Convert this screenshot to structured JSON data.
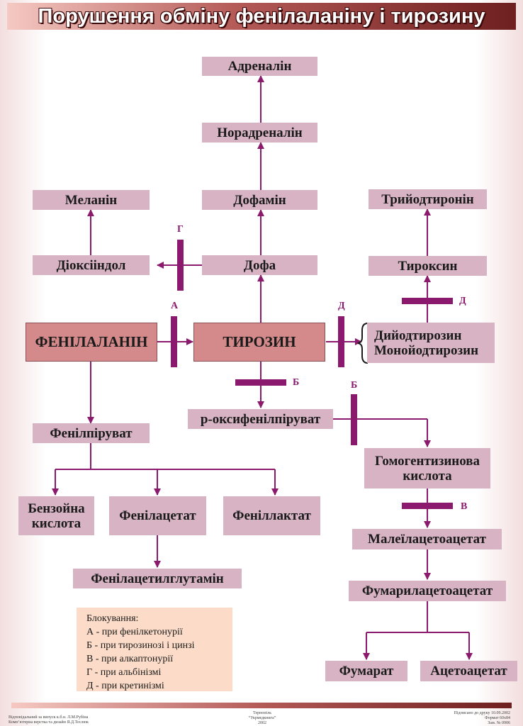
{
  "title": "Порушення обміну фенілаланіну і тирозину",
  "nodes": {
    "adrenalin": "Адреналін",
    "noradrenalin": "Норадреналін",
    "dofamin": "Дофамін",
    "dofa": "Дофа",
    "melanin": "Меланін",
    "dioksiindol": "Діоксііндол",
    "fenilalanin": "ФЕНІЛАЛАНІН",
    "tyrozyn": "ТИРОЗИН",
    "triiodtyronin": "Трийодтиронін",
    "tyroksyn": "Тироксин",
    "diiodtyrozyn": "Дийодтирозин",
    "monoiodtyrozyn": "Монойодтирозин",
    "fenilpiruvat": "Фенілпіруват",
    "oksyfenilpiruvat": "р-оксифенілпіруват",
    "benzoina_1": "Бензойна",
    "benzoina_2": "кислота",
    "fenilatsetat": "Фенілацетат",
    "fenillaktat": "Феніллактат",
    "fenilatsetylglutamin": "Фенілацетилглутамін",
    "gomogentyzynova_1": "Гомогентизинова",
    "gomogentyzynova_2": "кислота",
    "maleilatsetoatsetat": "Малеїлацетоацетат",
    "fumarylatsetoatsetat": "Фумарилацетоацетат",
    "fumarat": "Фумарат",
    "atsetoatsetat": "Ацетоацетат"
  },
  "blocks": {
    "A": "А",
    "B1": "Б",
    "B2": "Б",
    "V": "В",
    "G": "Г",
    "D1": "Д",
    "D2": "Д"
  },
  "legend": {
    "title": "Блокування:",
    "items": [
      "А - при фенілкетонурії",
      "Б - при тирозинозі і цинзі",
      "В - при алкаптонурії",
      "Г - при альбінізмі",
      "Д - при кретинізмі"
    ]
  },
  "footer": {
    "left_1": "Відповідальний за випуск к.б.н. Л.М.Рубіна",
    "left_2": "Комп’ютерна верстка та дизайн Я.Д.Теслюк",
    "center_1": "Тернопіль",
    "center_2": "“Укрмедкнига”",
    "center_3": "2002",
    "right_1": "Підписано до друку 10.09.2002",
    "right_2": "Формат 60х84",
    "right_3": "Зам. № 0906"
  },
  "colors": {
    "arrow": "#8b1a6e",
    "box": "#d7b3c4",
    "main_box": "#d4898a",
    "legend_bg": "#fcdcc8"
  }
}
